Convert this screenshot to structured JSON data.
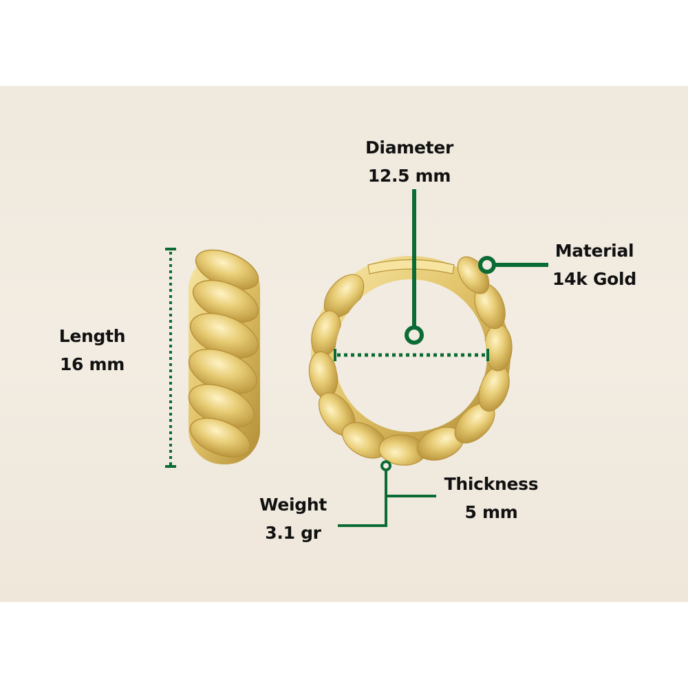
{
  "colors": {
    "background_panel": "#f0e9dd",
    "page_background": "#ffffff",
    "annotation_green": "#0b6b34",
    "gold_light": "#f3dc8c",
    "gold_mid": "#dcbd5e",
    "gold_dark": "#a9852f",
    "text": "#111111"
  },
  "specs": {
    "diameter": {
      "title": "Diameter",
      "value": "12.5 mm"
    },
    "material": {
      "title": "Material",
      "value": "14k Gold"
    },
    "length": {
      "title": "Length",
      "value": "16 mm"
    },
    "weight": {
      "title": "Weight",
      "value": "3.1 gr"
    },
    "thickness": {
      "title": "Thickness",
      "value": "5 mm"
    }
  },
  "images": {
    "side_view": "gold-twisted-hoop-earring-side-view",
    "front_view": "gold-twisted-hoop-earring-front-view"
  }
}
